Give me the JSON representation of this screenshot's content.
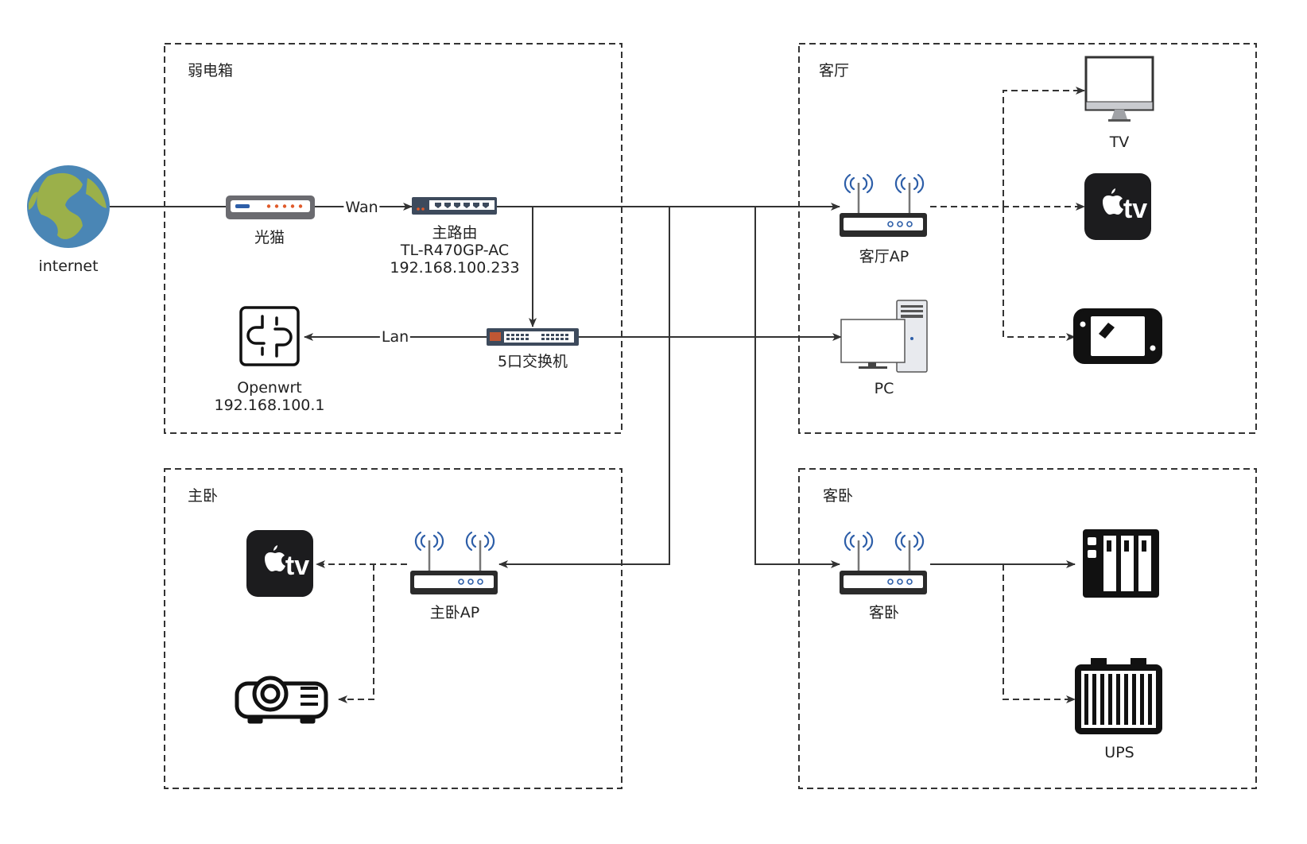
{
  "groups": {
    "distribution_box": "弱电箱",
    "living_room": "客厅",
    "master_bedroom": "主卧",
    "guest_bedroom": "客卧"
  },
  "nodes": {
    "internet": "internet",
    "modem": "光猫",
    "main_router_line1": "主路由",
    "main_router_line2": "TL-R470GP-AC",
    "main_router_line3": "192.168.100.233",
    "openwrt_line1": "Openwrt",
    "openwrt_line2": "192.168.100.1",
    "switch": "5口交换机",
    "living_ap": "客厅AP",
    "pc": "PC",
    "tv": "TV",
    "master_ap": "主卧AP",
    "guest_ap": "客卧",
    "ups": "UPS"
  },
  "edges": {
    "wan": "Wan",
    "lan": "Lan"
  },
  "icons": {
    "internet": "globe-icon",
    "modem": "modem-icon",
    "router": "router-icon",
    "switch": "switch-icon",
    "openwrt": "network-port-icon",
    "access_point": "wifi-ap-icon",
    "pc": "desktop-pc-icon",
    "tv": "monitor-icon",
    "appletv": "apple-tv-icon",
    "console": "game-console-icon",
    "projector": "projector-icon",
    "nas": "nas-icon",
    "ups": "ups-battery-icon"
  },
  "appletv_text": "tv"
}
